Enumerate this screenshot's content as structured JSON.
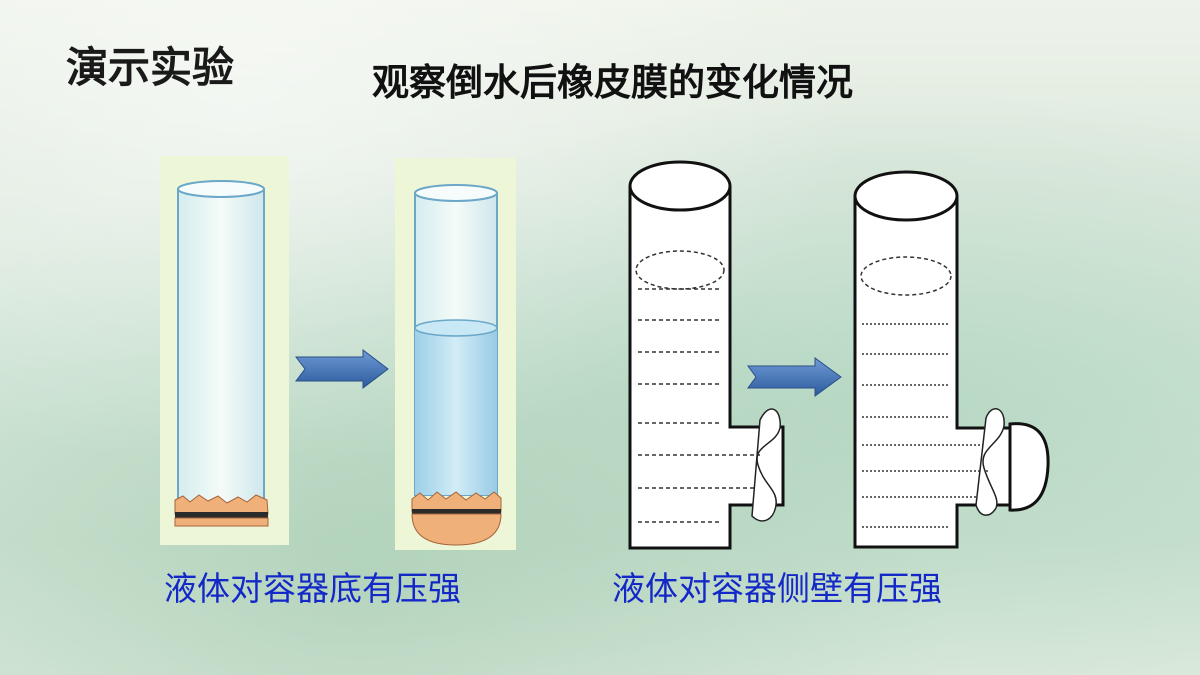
{
  "header": {
    "title": "演示实验",
    "subtitle": "观察倒水后橡皮膜的变化情况"
  },
  "captions": {
    "bottom": "液体对容器底有压强",
    "side": "液体对容器侧壁有压强"
  },
  "colors": {
    "caption_text": "#1428c8",
    "panel_bg": "#eef6d8",
    "water": "#bfe1f2",
    "membrane": "#f0b07a",
    "arrow_fill": "#3f6fb3"
  },
  "icons": {
    "arrow": "right-arrow-icon"
  }
}
